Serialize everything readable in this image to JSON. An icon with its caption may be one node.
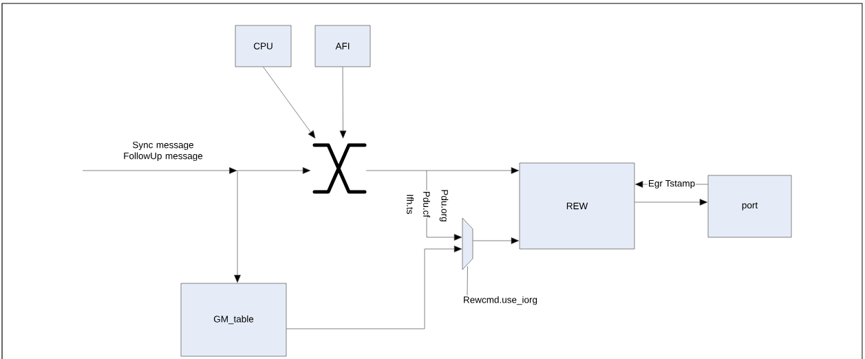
{
  "diagram": {
    "nodes": [
      {
        "text": [
          "CPU"
        ]
      },
      {
        "text": [
          "AFI"
        ]
      },
      {
        "text": [],
        "shape": "switch"
      },
      {
        "text": [
          "REW"
        ]
      },
      {
        "text": [
          "port"
        ]
      },
      {
        "text": [
          "GM_table"
        ]
      },
      {
        "text": [],
        "shape": "trapezoid"
      },
      {
        "text": [
          "Rewcmd.use_iorg"
        ]
      }
    ],
    "edges": [
      {
        "from": null,
        "to": 2,
        "arrow": "to",
        "label": "Sync message FollowUp message"
      },
      {
        "from": null,
        "to": 5,
        "arrow": "to"
      },
      {
        "from": 0,
        "to": 2,
        "arrow": "to"
      },
      {
        "from": 1,
        "to": 2,
        "arrow": "to"
      },
      {
        "from": 2,
        "to": 3,
        "arrow": "to"
      },
      {
        "from": 2,
        "to": 6,
        "arrow": "to",
        "label": "Pdu.cf"
      },
      {
        "from": 5,
        "to": 6,
        "arrow": "to"
      },
      {
        "from": 6,
        "to": 3,
        "arrow": "to"
      },
      {
        "from": 3,
        "to": 4,
        "arrow": "to"
      },
      {
        "from": 4,
        "to": 3,
        "arrow": "to",
        "label": "Egr Tstamp"
      },
      {
        "from": 7,
        "to": 6,
        "arrow": "none"
      }
    ],
    "labels": [
      "Pdu.org",
      "Ifh.ts"
    ]
  }
}
